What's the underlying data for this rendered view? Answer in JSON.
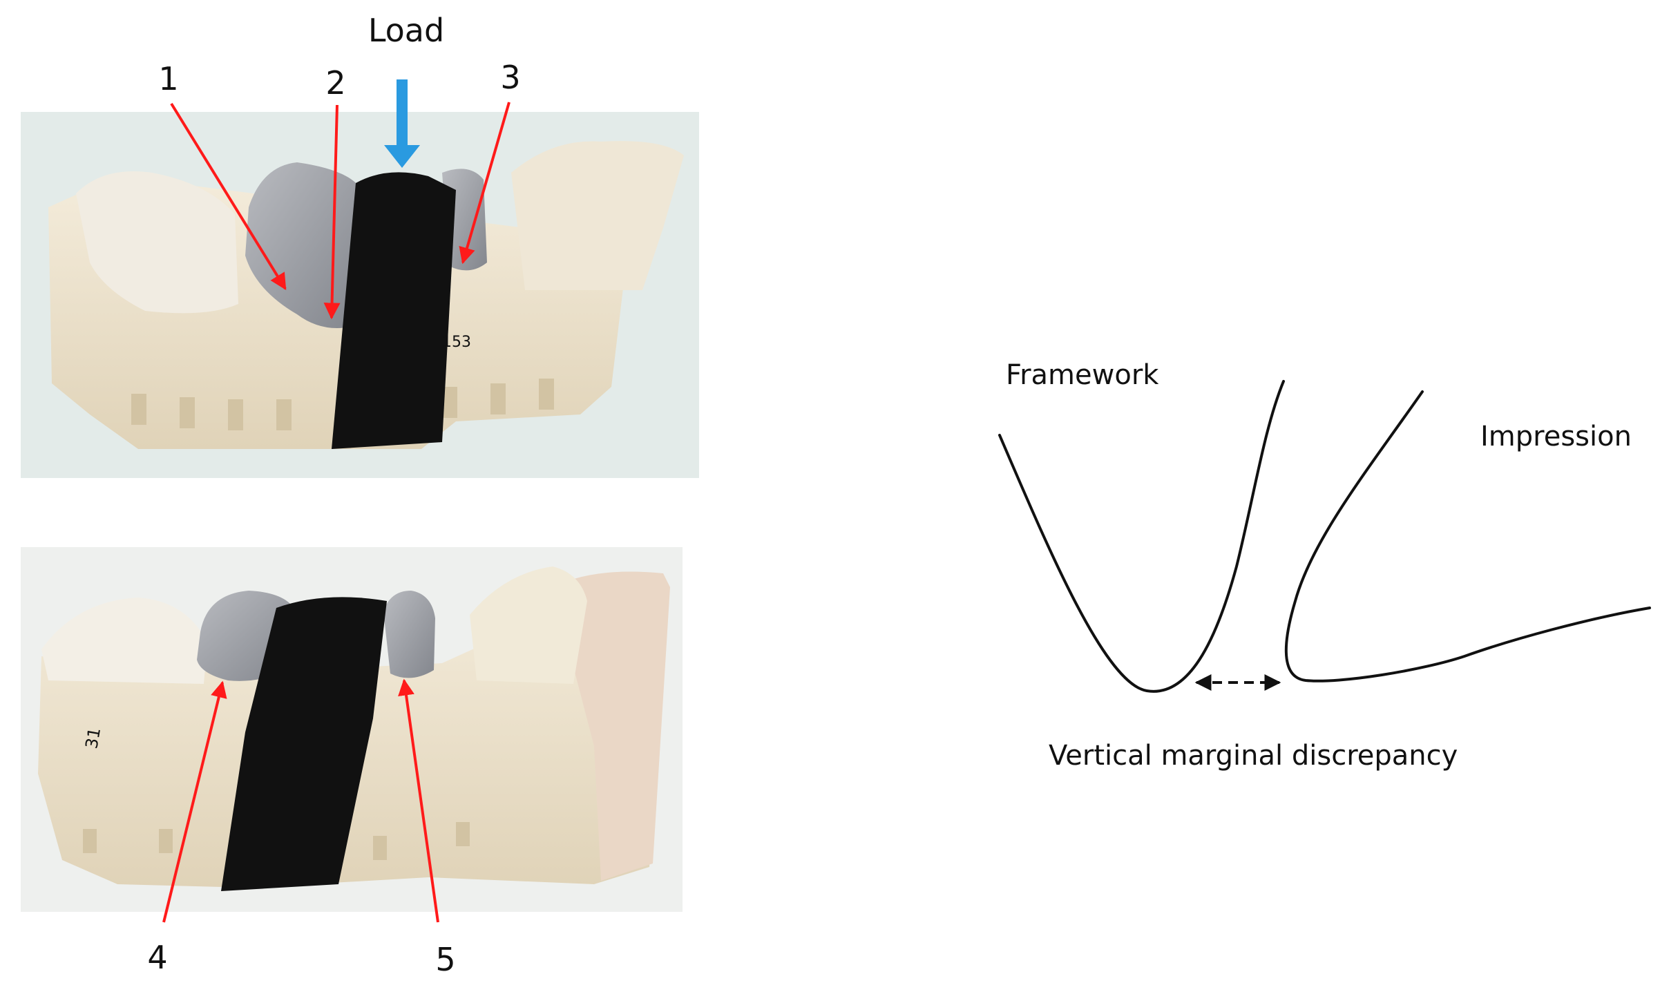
{
  "figure": {
    "top_photo": {
      "load_label": "Load",
      "markers": [
        "1",
        "2",
        "3"
      ],
      "tooth_number_engraving": "153"
    },
    "bottom_photo": {
      "markers": [
        "4",
        "5"
      ],
      "tooth_number_engraving": "31"
    },
    "schematic": {
      "framework_label": "Framework",
      "impression_label": "Impression",
      "discrepancy_label": "Vertical marginal discrepancy"
    },
    "colors": {
      "marker_arrow": "#ff1a1a",
      "load_arrow": "#2a9ae0",
      "stone_model": "#ede3cf",
      "tape": "#111111",
      "framework_metal": "#9a9ca2",
      "photo_background": "#e3ebe9"
    },
    "icons": {
      "load": "down-arrow-icon",
      "markers": "red-pointer-arrow-icon",
      "discrepancy": "double-headed-dashed-arrow-icon"
    }
  }
}
